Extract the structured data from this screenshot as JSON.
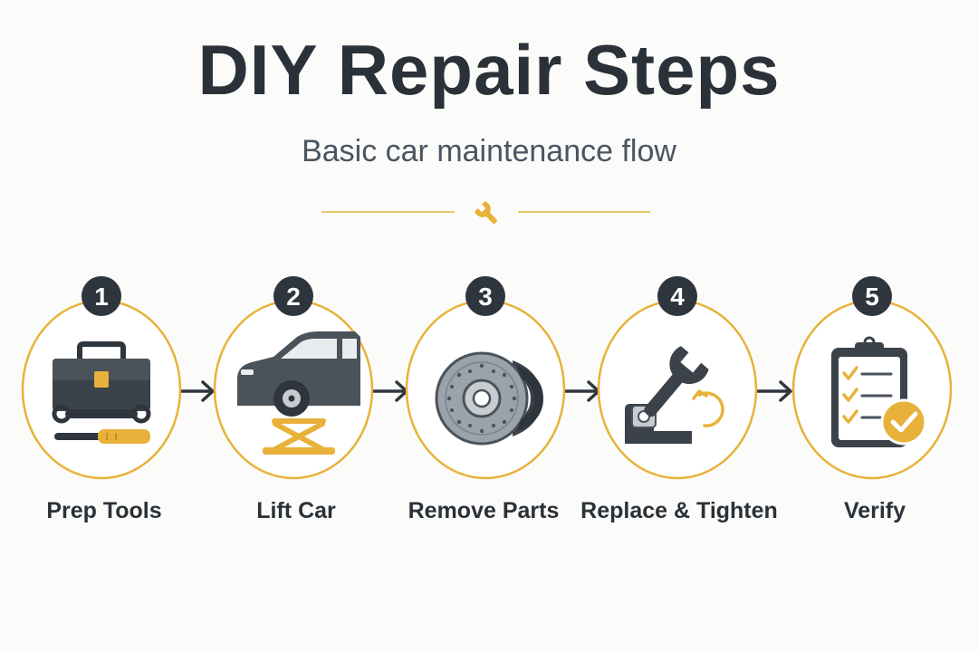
{
  "header": {
    "title": "DIY Repair Steps",
    "subtitle": "Basic car maintenance flow",
    "divider_icon": "wrench-icon"
  },
  "steps": [
    {
      "number": "1",
      "label": "Prep Tools",
      "icon": "toolbox-icon"
    },
    {
      "number": "2",
      "label": "Lift Car",
      "icon": "car-on-jack-icon"
    },
    {
      "number": "3",
      "label": "Remove Parts",
      "icon": "brake-disc-icon"
    },
    {
      "number": "4",
      "label": "Replace & Tighten",
      "icon": "wrench-tighten-icon"
    },
    {
      "number": "5",
      "label": "Verify",
      "icon": "checklist-icon"
    }
  ],
  "colors": {
    "accent": "#e8b23a",
    "dark": "#2f353c",
    "text": "#2b3138",
    "subtext": "#4a5560"
  }
}
